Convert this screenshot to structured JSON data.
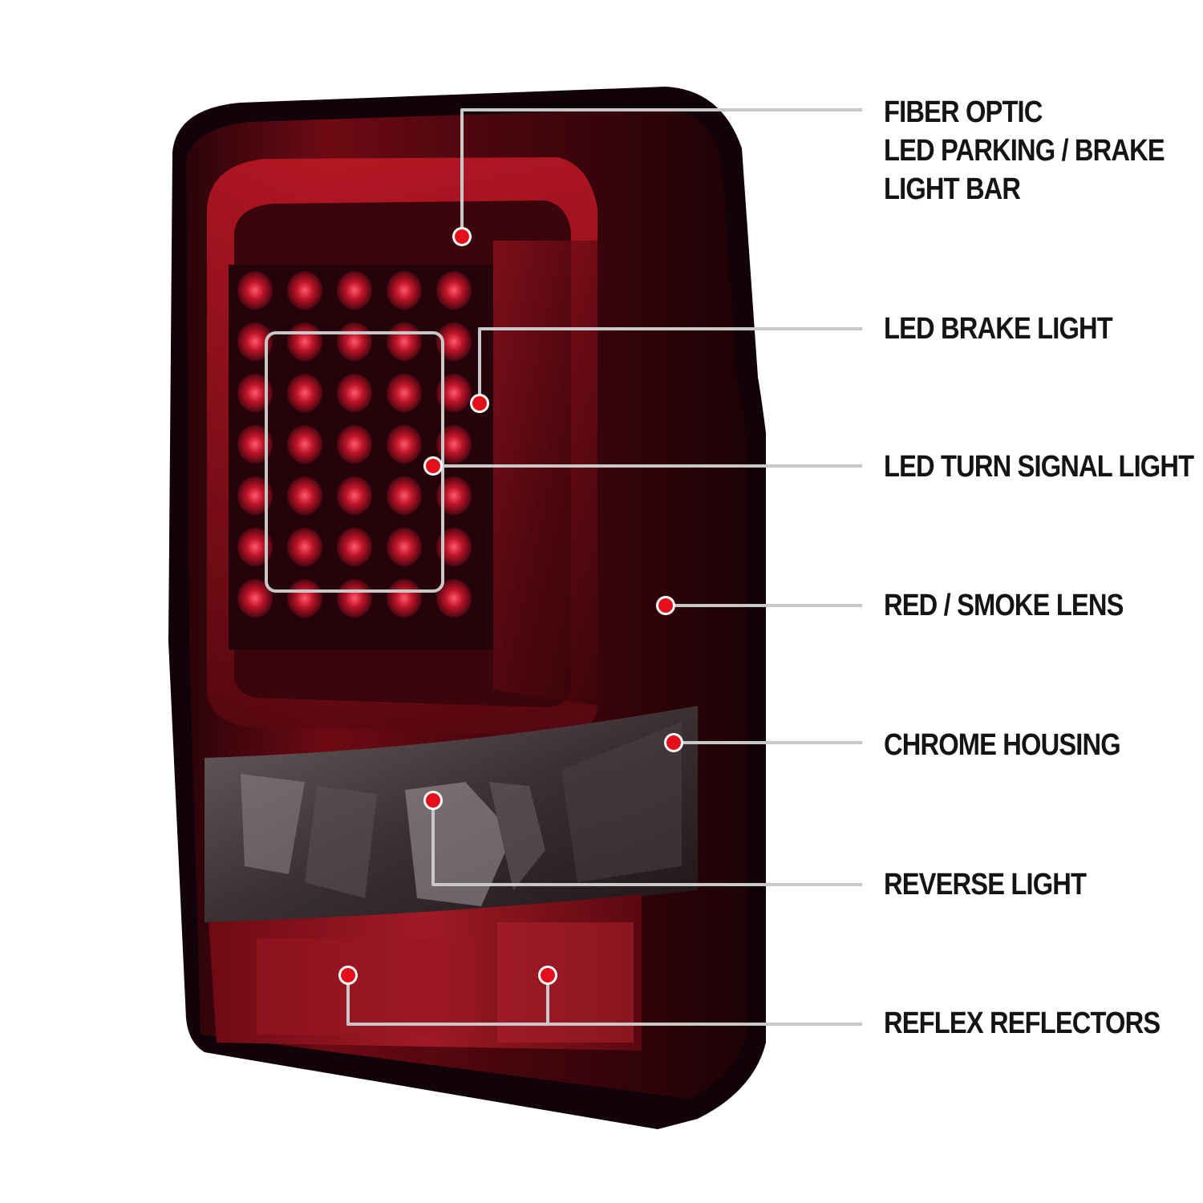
{
  "product": {
    "name": "tail light assembly"
  },
  "colors": {
    "lens_red": "#8a0d16",
    "lens_dark": "#3a060b",
    "housing_dark": "#1a0306",
    "smoke": "#4a3f42",
    "leader_line": "#c8c8c8",
    "marker_fill": "#e3101c",
    "marker_ring": "#ffffff",
    "label_text": "#141414"
  },
  "callouts": [
    {
      "id": "fiber-optic",
      "lines": [
        "FIBER OPTIC",
        "LED PARKING / BRAKE",
        "LIGHT BAR"
      ]
    },
    {
      "id": "led-brake",
      "lines": [
        "LED BRAKE LIGHT"
      ]
    },
    {
      "id": "led-turn",
      "lines": [
        "LED TURN SIGNAL LIGHT"
      ]
    },
    {
      "id": "lens",
      "lines": [
        "RED / SMOKE LENS"
      ]
    },
    {
      "id": "housing",
      "lines": [
        "CHROME HOUSING"
      ]
    },
    {
      "id": "reverse",
      "lines": [
        "REVERSE LIGHT"
      ]
    },
    {
      "id": "reflectors",
      "lines": [
        "REFLEX REFLECTORS"
      ]
    }
  ]
}
